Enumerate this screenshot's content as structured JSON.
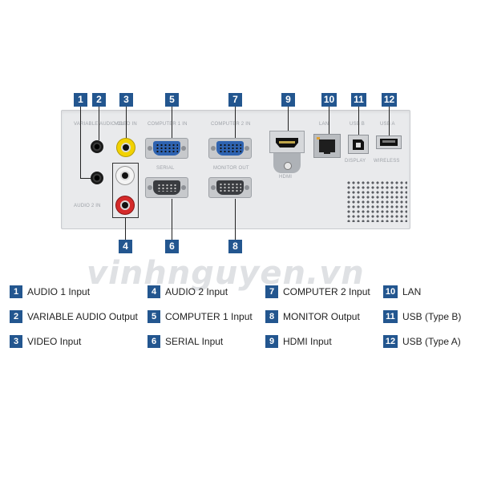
{
  "watermark": "vinhnguyen.vn",
  "callouts": [
    "1",
    "2",
    "3",
    "5",
    "7",
    "9",
    "10",
    "11",
    "12",
    "4",
    "6",
    "8"
  ],
  "panel_labels": {
    "variable_audio": "VARIABLE AUDIO OUT",
    "video_in": "VIDEO IN",
    "computer1_in": "COMPUTER 1 IN",
    "computer2_in": "COMPUTER 2 IN",
    "lan": "LAN",
    "usb_b": "USB B",
    "usb_a": "USB A",
    "serial": "SERIAL",
    "monitor_out": "MONITOR OUT",
    "hdmi": "HDMI",
    "audio2_in": "AUDIO 2 IN",
    "display": "DISPLAY",
    "wireless": "WIRELESS"
  },
  "legend": [
    {
      "num": "1",
      "label": "AUDIO 1 Input"
    },
    {
      "num": "2",
      "label": "VARIABLE AUDIO Output"
    },
    {
      "num": "3",
      "label": "VIDEO Input"
    },
    {
      "num": "4",
      "label": "AUDIO 2 Input"
    },
    {
      "num": "5",
      "label": "COMPUTER 1 Input"
    },
    {
      "num": "6",
      "label": "SERIAL Input"
    },
    {
      "num": "7",
      "label": "COMPUTER 2 Input"
    },
    {
      "num": "8",
      "label": "MONITOR Output"
    },
    {
      "num": "9",
      "label": "HDMI Input"
    },
    {
      "num": "10",
      "label": "LAN"
    },
    {
      "num": "11",
      "label": "USB (Type B)"
    },
    {
      "num": "12",
      "label": "USB (Type A)"
    }
  ],
  "colors": {
    "badge": "#23568f",
    "video_jack": "#f2d200",
    "audio_left": "#f4f4f4",
    "audio_right": "#d42a2a",
    "vga_blue": "#2f63b0"
  }
}
